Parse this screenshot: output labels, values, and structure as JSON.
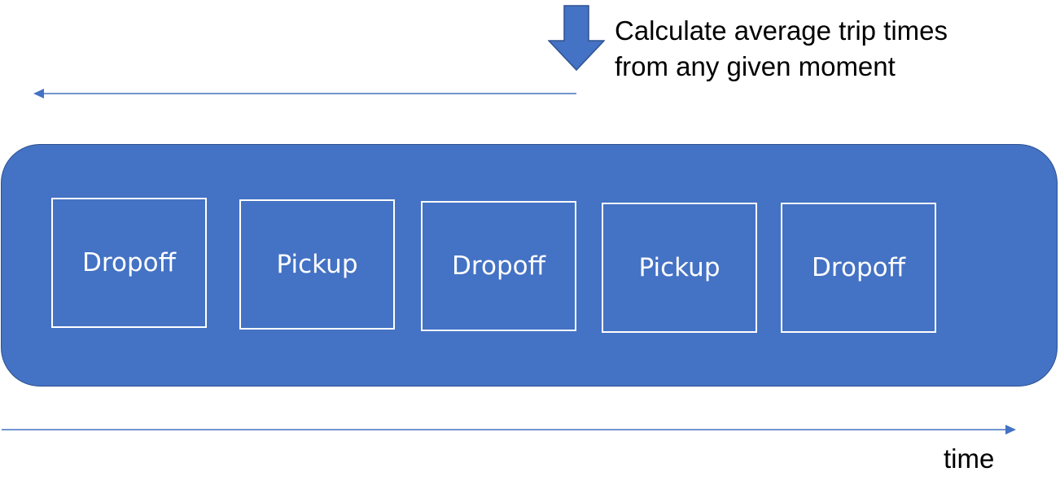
{
  "annotation": {
    "line1": "Calculate average trip times",
    "line2": "from any given moment"
  },
  "events": [
    {
      "label": "Dropoff"
    },
    {
      "label": "Pickup"
    },
    {
      "label": "Dropoff"
    },
    {
      "label": "Pickup"
    },
    {
      "label": "Dropoff"
    }
  ],
  "axis": {
    "label": "time"
  },
  "colors": {
    "band_fill": "#4472c4",
    "band_border": "#2f528f",
    "arrow": "#4472c4",
    "box_border": "#ffffff",
    "text_on_band": "#ffffff",
    "text": "#000000"
  }
}
